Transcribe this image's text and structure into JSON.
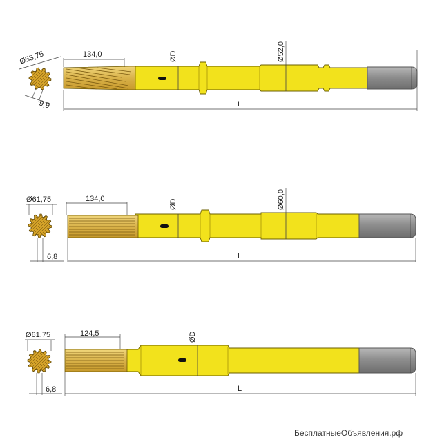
{
  "colors": {
    "shank_body": "#f2e21c",
    "spline_section": "#d9b24a",
    "end_section": "#9a9a9a",
    "dimension_lines": "#444444"
  },
  "drawings": [
    {
      "section_diameter": "Ø53,75",
      "spline_length": "134,0",
      "body_diameter": "ØD",
      "mid_diameter": "Ø52,0",
      "spline_width": "9,9",
      "overall_length": "L",
      "spline_style": "helical"
    },
    {
      "section_diameter": "Ø61,75",
      "spline_length": "134,0",
      "body_diameter": "ØD",
      "mid_diameter": "Ø60,0",
      "spline_width": "6,8",
      "overall_length": "L",
      "spline_style": "straight"
    },
    {
      "section_diameter": "Ø61,75",
      "spline_length": "124,5",
      "body_diameter": "ØD",
      "mid_diameter": "",
      "spline_width": "6,8",
      "overall_length": "L",
      "spline_style": "straight"
    }
  ],
  "watermark": "БесплатныеОбъявления.рф"
}
